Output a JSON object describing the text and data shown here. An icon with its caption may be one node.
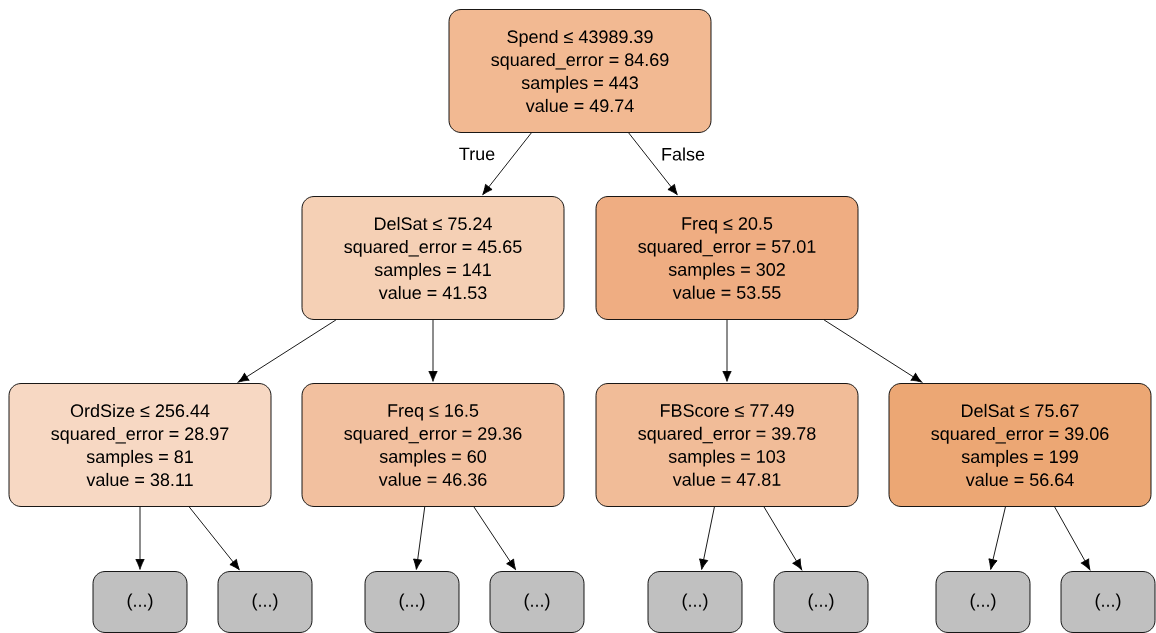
{
  "diagram": {
    "nodes": [
      {
        "text": [
          "Spend ≤ 43989.39",
          "squared_error = 84.69",
          "samples = 443",
          "value = 49.74"
        ]
      },
      {
        "text": [
          "DelSat ≤ 75.24",
          "squared_error = 45.65",
          "samples = 141",
          "value = 41.53"
        ]
      },
      {
        "text": [
          "Freq ≤ 20.5",
          "squared_error = 57.01",
          "samples = 302",
          "value = 53.55"
        ]
      },
      {
        "text": [
          "OrdSize ≤ 256.44",
          "squared_error = 28.97",
          "samples = 81",
          "value = 38.11"
        ]
      },
      {
        "text": [
          "Freq ≤ 16.5",
          "squared_error = 29.36",
          "samples = 60",
          "value = 46.36"
        ]
      },
      {
        "text": [
          "FBScore ≤ 77.49",
          "squared_error = 39.78",
          "samples = 103",
          "value = 47.81"
        ]
      },
      {
        "text": [
          "DelSat ≤ 75.67",
          "squared_error = 39.06",
          "samples = 199",
          "value = 56.64"
        ]
      },
      {
        "text": [
          "(...)"
        ]
      },
      {
        "text": [
          "(...)"
        ]
      },
      {
        "text": [
          "(...)"
        ]
      },
      {
        "text": [
          "(...)"
        ]
      },
      {
        "text": [
          "(...)"
        ]
      },
      {
        "text": [
          "(...)"
        ]
      },
      {
        "text": [
          "(...)"
        ]
      },
      {
        "text": [
          "(...)"
        ]
      }
    ],
    "edges": [
      {
        "from": 0,
        "to": 1,
        "arrow": "to",
        "label": "True"
      },
      {
        "from": 0,
        "to": 2,
        "arrow": "to",
        "label": "False"
      },
      {
        "from": 1,
        "to": 3,
        "arrow": "to"
      },
      {
        "from": 1,
        "to": 4,
        "arrow": "to"
      },
      {
        "from": 2,
        "to": 5,
        "arrow": "to"
      },
      {
        "from": 2,
        "to": 6,
        "arrow": "to"
      },
      {
        "from": 3,
        "to": 7,
        "arrow": "to"
      },
      {
        "from": 3,
        "to": 8,
        "arrow": "to"
      },
      {
        "from": 4,
        "to": 9,
        "arrow": "to"
      },
      {
        "from": 4,
        "to": 10,
        "arrow": "to"
      },
      {
        "from": 5,
        "to": 11,
        "arrow": "to"
      },
      {
        "from": 5,
        "to": 12,
        "arrow": "to"
      },
      {
        "from": 6,
        "to": 13,
        "arrow": "to"
      },
      {
        "from": 6,
        "to": 14,
        "arrow": "to"
      }
    ]
  }
}
